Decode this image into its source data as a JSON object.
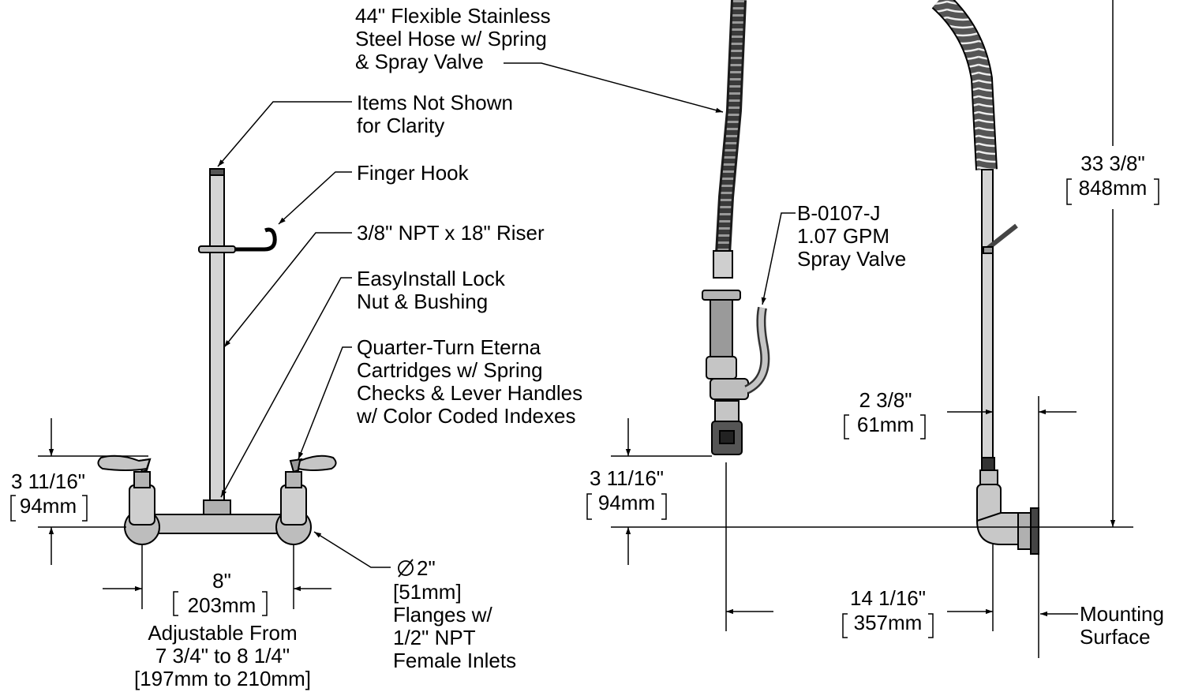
{
  "colors": {
    "ink": "#000000",
    "metal": "#c8c8c8",
    "metal_dark": "#8a8a8a",
    "hose": "#2a2a2a"
  },
  "callouts": {
    "hose": [
      "44\" Flexible Stainless",
      "Steel Hose w/ Spring",
      "& Spray Valve"
    ],
    "items_not_shown": [
      "Items Not Shown",
      "for Clarity"
    ],
    "finger_hook": [
      "Finger Hook"
    ],
    "riser": [
      "3/8\" NPT x 18\" Riser"
    ],
    "lock_nut": [
      "EasyInstall Lock",
      "Nut & Bushing"
    ],
    "cartridges": [
      "Quarter-Turn Eterna",
      "Cartridges w/ Spring",
      "Checks & Lever Handles",
      "w/ Color Coded Indexes"
    ],
    "spray_valve": [
      "B-0107-J",
      "1.07 GPM",
      "Spray Valve"
    ],
    "flanges": [
      "[51mm]",
      "Flanges w/",
      "1/2\" NPT",
      "Female Inlets"
    ],
    "flange_dia": "2\"",
    "mounting": [
      "Mounting",
      "Surface"
    ]
  },
  "dimensions": {
    "left_height": {
      "imperial": "3 11/16\"",
      "metric": "94mm"
    },
    "center_spacing": {
      "imperial": "8\"",
      "metric": "203mm"
    },
    "adjustable": [
      "Adjustable From",
      "7 3/4\" to 8 1/4\"",
      "[197mm to 210mm]"
    ],
    "right_height": {
      "imperial": "3 11/16\"",
      "metric": "94mm"
    },
    "overall_height": {
      "imperial": "33 3/8\"",
      "metric": "848mm"
    },
    "offset": {
      "imperial": "2 3/8\"",
      "metric": "61mm"
    },
    "reach": {
      "imperial": "14 1/16\"",
      "metric": "357mm"
    }
  }
}
